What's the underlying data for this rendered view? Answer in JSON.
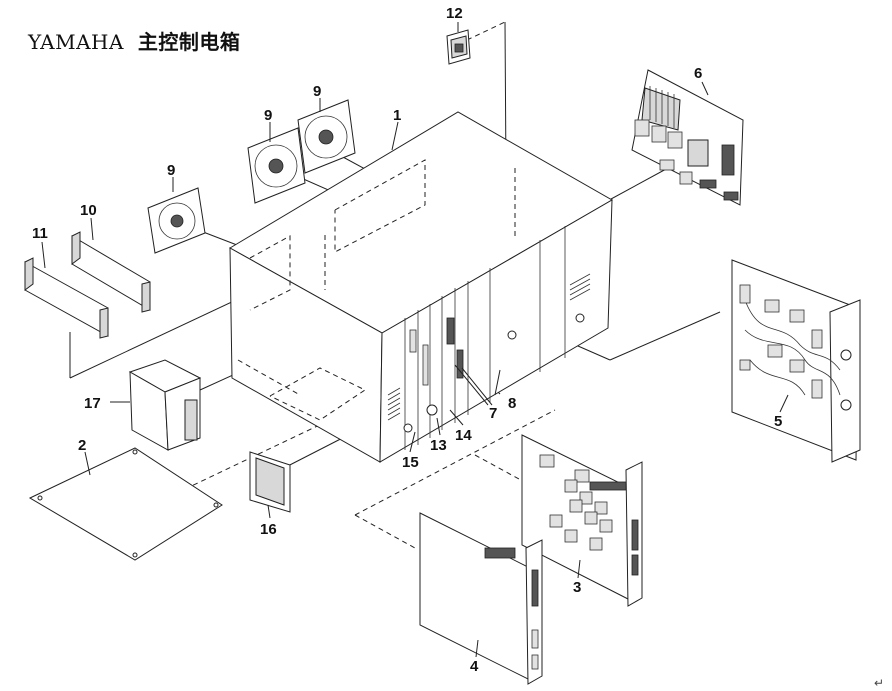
{
  "title": {
    "brand": "YAMAHA",
    "subtitle": "主控制电箱"
  },
  "callouts": {
    "c1": "1",
    "c2": "2",
    "c3": "3",
    "c4": "4",
    "c5": "5",
    "c6": "6",
    "c7": "7",
    "c8": "8",
    "c9a": "9",
    "c9b": "9",
    "c9c": "9",
    "c10": "10",
    "c11": "11",
    "c12": "12",
    "c13": "13",
    "c14": "14",
    "c15": "15",
    "c16": "16",
    "c17": "17"
  },
  "corner_mark": "↵"
}
